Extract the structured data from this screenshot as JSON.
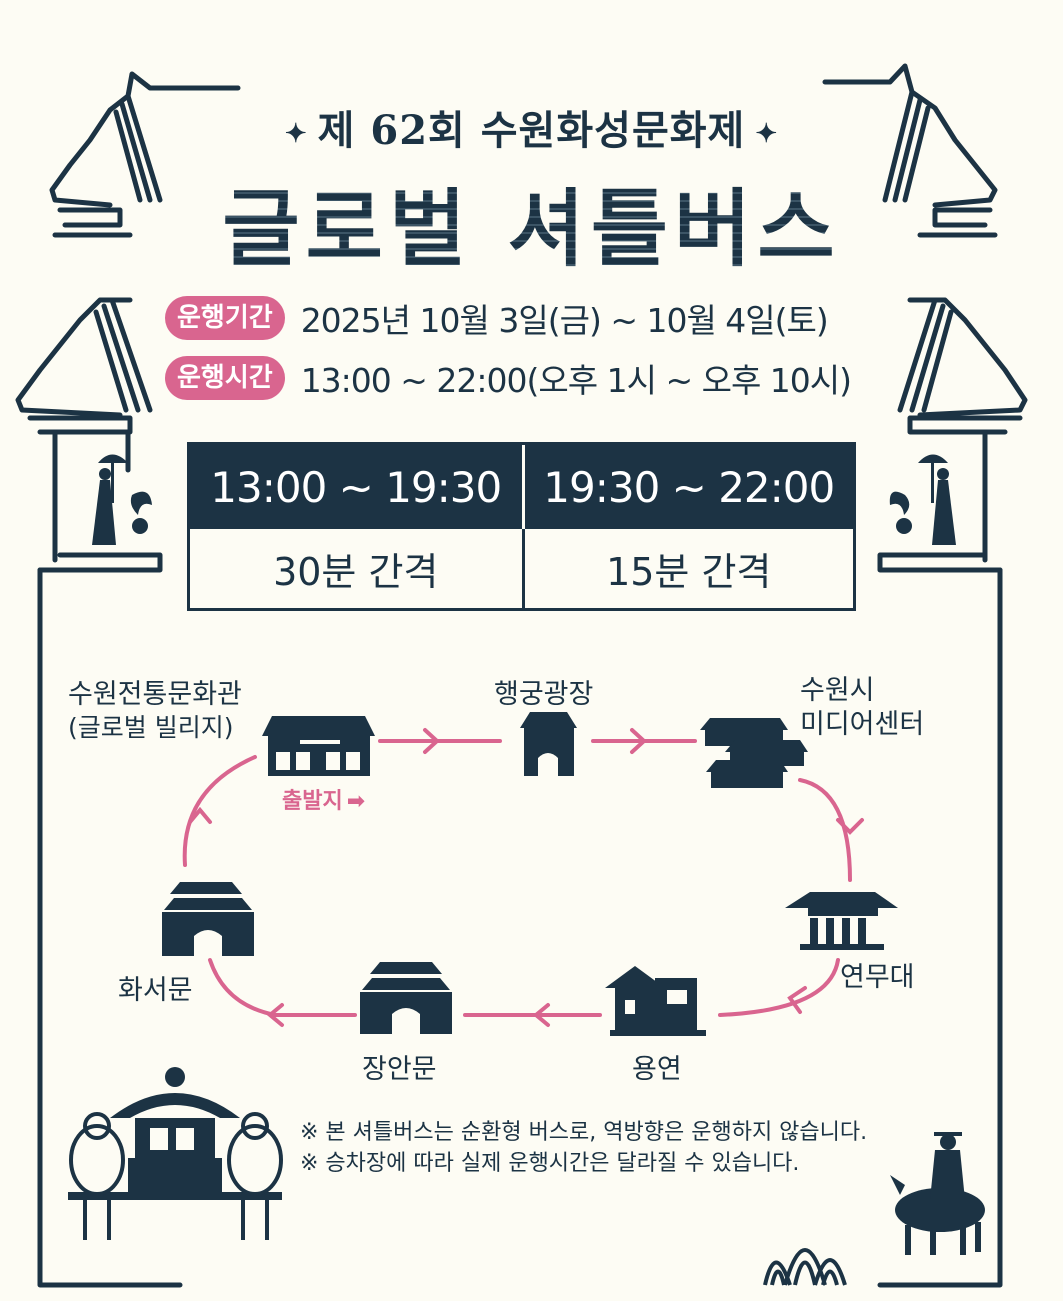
{
  "header": {
    "subtitle": "제 62회 수원화성문화제",
    "title": "글로벌 셔틀버스",
    "star": "✦"
  },
  "info": {
    "period_label": "운행기간",
    "period_value": "2025년 10월 3일(금) ~ 10월 4일(토)",
    "hours_label": "운행시간",
    "hours_value": "13:00 ~ 22:00(오후 1시 ~ 오후 10시)"
  },
  "schedule": {
    "columns": [
      {
        "time": "13:00 ~ 19:30",
        "interval": "30분 간격"
      },
      {
        "time": "19:30 ~ 22:00",
        "interval": "15분 간격"
      }
    ]
  },
  "route": {
    "stops": {
      "culture_hall": "수원전통문화관",
      "culture_hall_sub": "(글로벌 빌리지)",
      "plaza": "행궁광장",
      "media_center_1": "수원시",
      "media_center_2": "미디어센터",
      "yeonmudae": "연무대",
      "yongyeon": "용연",
      "janganmun": "장안문",
      "hwaseomun": "화서문"
    },
    "start_label": "출발지"
  },
  "notes": [
    "※ 본 셔틀버스는 순환형 버스로, 역방향은 운행하지 않습니다.",
    "※ 승차장에 따라 실제 운행시간은 달라질 수 있습니다."
  ],
  "colors": {
    "navy": "#1c3344",
    "pink": "#d9658f",
    "background": "#fdfcf4"
  },
  "icons": [
    "star-icon",
    "building-icon",
    "gate-icon",
    "pavilion-icon",
    "horse-rider-icon",
    "guard-figure-icon",
    "arrow-right-icon"
  ]
}
